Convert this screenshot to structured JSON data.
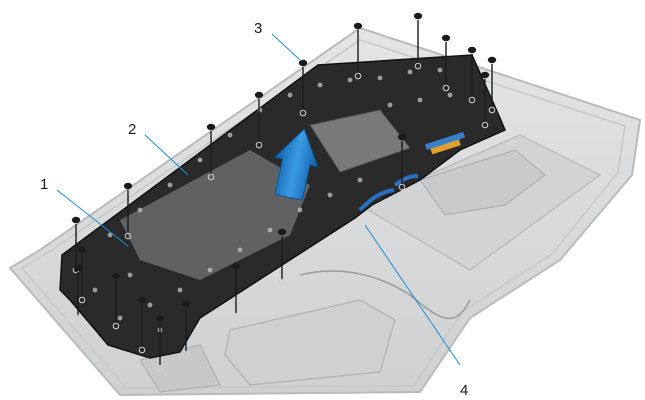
{
  "callouts": [
    {
      "id": "1",
      "label": "1"
    },
    {
      "id": "2",
      "label": "2"
    },
    {
      "id": "3",
      "label": "3"
    },
    {
      "id": "4",
      "label": "4"
    }
  ],
  "colors": {
    "chassis": "#d9dadb",
    "chassis_edge": "#b9babb",
    "plate": "#2a2a2b",
    "plate_edge": "#111112",
    "screw_head": "#1b1b1b",
    "arrow": "#1a78c8",
    "leader": "#1f8fd3",
    "tape": "#c7c8c9"
  },
  "icons": {
    "screws": "screw-icon",
    "lift_arrow": "arrow-up-icon"
  }
}
